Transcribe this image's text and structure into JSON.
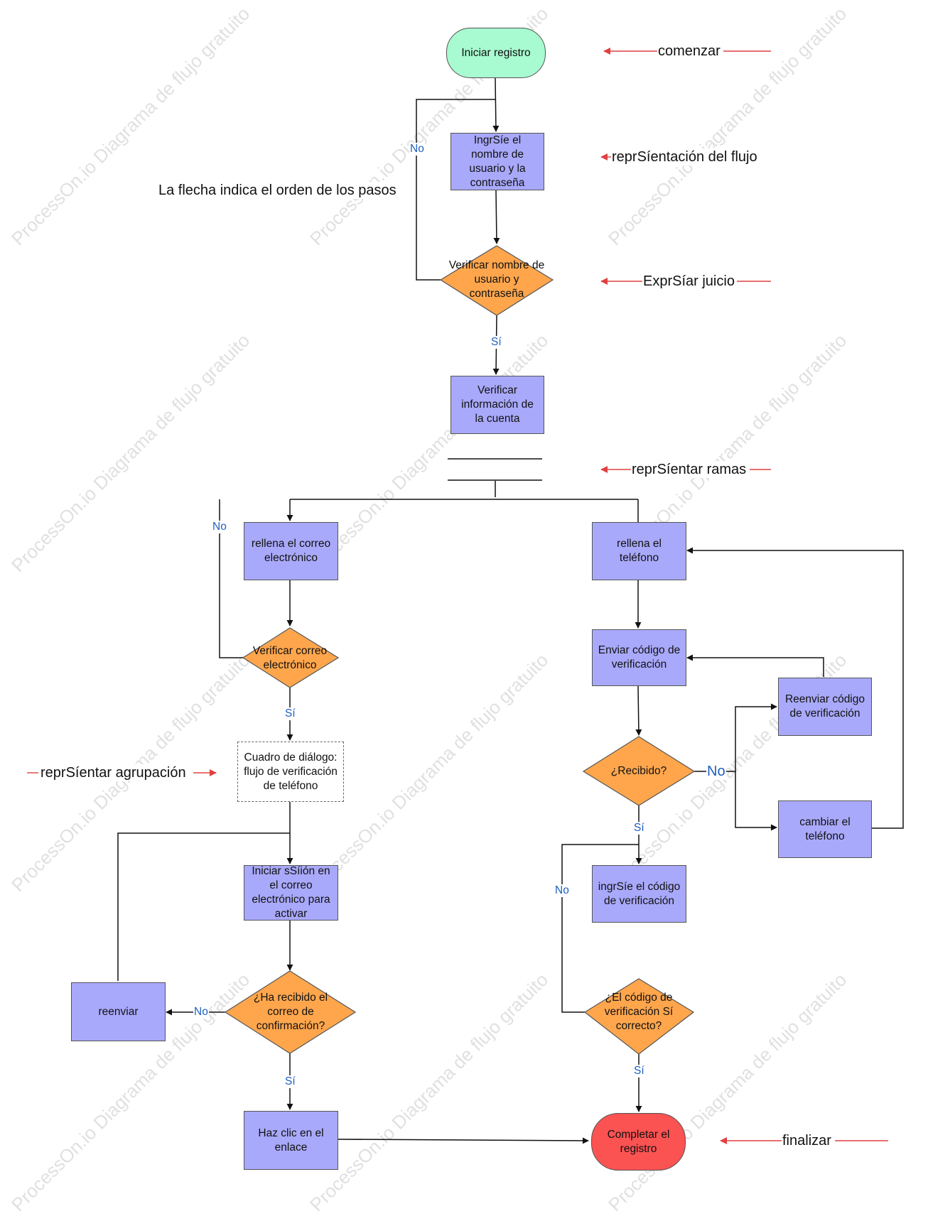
{
  "nodes": {
    "start": "Iniciar registro",
    "input_user": "IngrSíe el nombre de usuario y la contraseña",
    "verify_user": "Verificar nombre de usuario y contraseña",
    "verify_account": "Verificar información de la cuenta",
    "fill_email": "rellena el correo electrónico",
    "verify_email": "Verificar correo electrónico",
    "dialog": "Cuadro de diálogo: flujo de verificación de teléfono",
    "login_email": "Iniciar sSíión en el correo electrónico para activar",
    "resend": "reenviar",
    "received_confirm": "¿Ha recibido el correo de confirmación?",
    "click_link": "Haz clic en el enlace",
    "fill_phone": "rellena el teléfono",
    "send_code": "Enviar código de verificación",
    "resend_code": "Reenviar código de verificación",
    "received": "¿Recibido?",
    "change_phone": "cambiar el teléfono",
    "input_code": "ingrSíe el código de verificación",
    "code_correct": "¿El código de verificación Sí correcto?",
    "end": "Completar el registro"
  },
  "edge_labels": {
    "no_user": "No",
    "yes_user": "Sí",
    "no_email": "No",
    "yes_email": "Sí",
    "no_confirm": "No",
    "yes_confirm": "Sí",
    "no_received": "No",
    "yes_received": "Sí",
    "no_code": "No",
    "yes_code": "Sí"
  },
  "annotations": {
    "start": "comenzar",
    "flow": "reprSíentación del flujo",
    "arrow_note": "La flecha indica el orden de los pasos",
    "judgment": "ExprSíar juicio",
    "branches": "reprSíentar ramas",
    "grouping": "reprSíentar agrupación",
    "end": "finalizar"
  },
  "watermark": "ProcessOn.io Diagrama de flujo gratuito",
  "colors": {
    "process": "#a9a9fb",
    "decision": "#ffa64d",
    "start": "#a8fad0",
    "end": "#fb5252",
    "annotation_arrow": "#e04040",
    "label": "#1f5fbf"
  }
}
